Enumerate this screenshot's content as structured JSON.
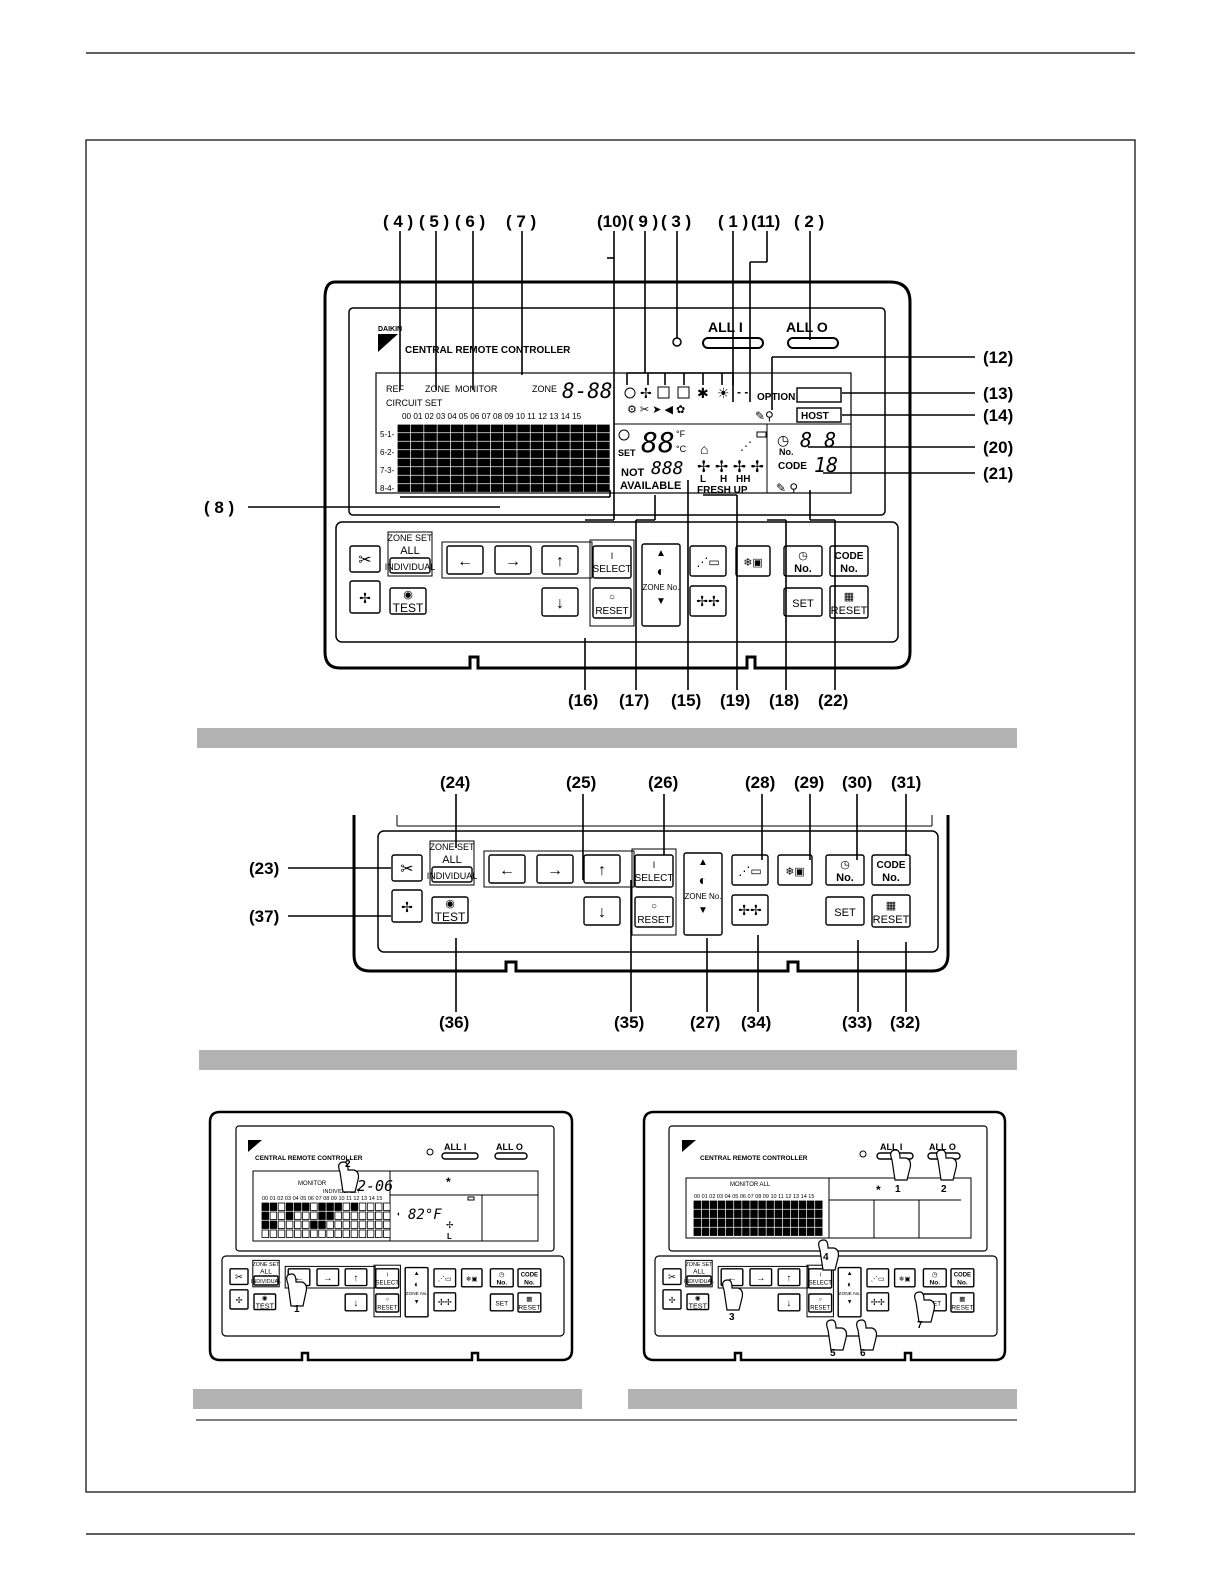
{
  "top_labels": [
    "( 4 )",
    "( 5 )",
    "( 6 )",
    "( 7 )",
    "(10)",
    "( 9 )",
    "( 3 )",
    "( 1 )",
    "(11)",
    "( 2 )"
  ],
  "right_labels": [
    "(12)",
    "(13)",
    "(14)",
    "(20)",
    "(21)"
  ],
  "left_label_8": "( 8 )",
  "bottom_labels_1": [
    "(16)",
    "(17)",
    "(15)",
    "(19)",
    "(18)",
    "(22)"
  ],
  "callouts_2_top": [
    "(24)",
    "(25)",
    "(26)",
    "(28)",
    "(29)",
    "(30)",
    "(31)"
  ],
  "callouts_2_left": [
    "(23)",
    "(37)"
  ],
  "callouts_2_bottom": [
    "(36)",
    "(35)",
    "(27)",
    "(34)",
    "(33)",
    "(32)"
  ],
  "device": {
    "title": "CENTRAL REMOTE CONTROLLER",
    "all_on": "ALL I",
    "all_off": "ALL O",
    "lcd": {
      "ref": "REF",
      "zone": "ZONE",
      "monitor": "MONITOR",
      "zone2": "ZONE",
      "zone_digits": "8-88",
      "circuit_set": "CIRCUIT  SET",
      "columns": "00 01 02 03 04 05 06 07 08 09 10 11 12 13 14 15",
      "rows": [
        "5-1-",
        "6-2-",
        "7-3-",
        "8-4-"
      ],
      "option": "OPTION",
      "host": "HOST",
      "temp": "88",
      "temp_unit_f": "°F",
      "temp_unit_c": "°C",
      "set": "SET",
      "timer_digits": "888",
      "no_label": "No.",
      "code_label": "CODE",
      "code_digits": "18",
      "no_digits": "8 8",
      "not_available": "NOT\nAVAILABLE",
      "fan_l": "L",
      "fan_h": "H",
      "fan_hh": "HH",
      "fresh_up": "FRESH UP"
    }
  },
  "buttons": {
    "zone_set": "ZONE SET",
    "all": "ALL",
    "individual": "INDIVIDUAL",
    "select": "SELECT",
    "select_mark": "I",
    "reset": "RESET",
    "zone_no": "ZONE No.",
    "no": "No.",
    "code": "CODE",
    "code_no": "No.",
    "set": "SET",
    "test": "TEST",
    "left": "←",
    "right": "→",
    "up": "↑",
    "down": "↓"
  },
  "mini_left": {
    "title": "CENTRAL REMOTE CONTROLLER",
    "monitor": "MONITOR",
    "individually": "INDIVIDUALLY",
    "digits": "2-06",
    "temp": "82°F",
    "fan": "L",
    "steps": [
      "1",
      "2"
    ]
  },
  "mini_right": {
    "title": "CENTRAL REMOTE CONTROLLER",
    "monitor": "MONITOR ALL",
    "steps": [
      "1",
      "2",
      "3",
      "4",
      "5",
      "6",
      "7"
    ]
  },
  "colors": {
    "bar": "#b3b3b3",
    "ink": "#000000"
  }
}
